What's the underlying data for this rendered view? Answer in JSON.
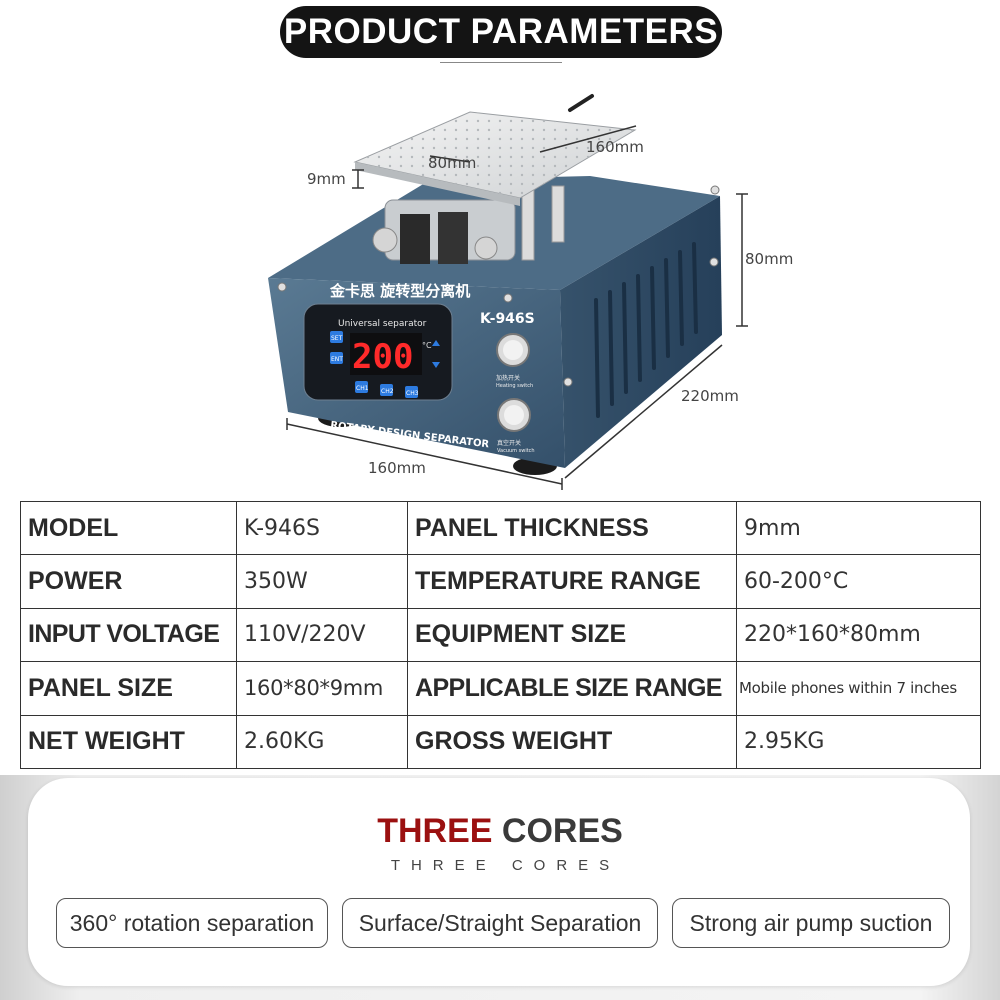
{
  "header": {
    "title": "PRODUCT PARAMETERS"
  },
  "image": {
    "dimensions": {
      "panel_length": "160mm",
      "panel_width": "80mm",
      "panel_thickness": "9mm",
      "height": "80mm",
      "depth": "220mm",
      "base_width": "160mm"
    },
    "device": {
      "brand_cn": "金卡思 旋转型分离机",
      "model": "K-946S",
      "panel_label": "Universal separator",
      "display": "200",
      "unit": "°C",
      "buttons": [
        "SET",
        "ENT",
        "CH1",
        "CH2",
        "CH3"
      ],
      "footer": "ROTARY DESIGN SEPARATOR",
      "switch1_cn": "加热开关",
      "switch1": "Heating switch",
      "switch2_cn": "真空开关",
      "switch2": "Vacuum switch"
    }
  },
  "specs": {
    "rows": [
      {
        "l1": "MODEL",
        "v1": "K-946S",
        "l2": "PANEL THICKNESS",
        "v2": "9mm"
      },
      {
        "l1": "POWER",
        "v1": "350W",
        "l2": "TEMPERATURE RANGE",
        "v2": "60-200°C"
      },
      {
        "l1": "INPUT VOLTAGE",
        "v1": "110V/220V",
        "l2": "EQUIPMENT SIZE",
        "v2": "220*160*80mm"
      },
      {
        "l1": "PANEL SIZE",
        "v1": "160*80*9mm",
        "l2": "APPLICABLE SIZE RANGE",
        "v2": "Mobile phones within 7 inches"
      },
      {
        "l1": "NET WEIGHT",
        "v1": "2.60KG",
        "l2": "GROSS WEIGHT",
        "v2": "2.95KG"
      }
    ]
  },
  "cores": {
    "title_accent": "THREE",
    "title_rest": " CORES",
    "subtitle": "THREE CORES",
    "features": [
      "360° rotation separation",
      "Surface/Straight Separation",
      "Strong air pump suction"
    ]
  },
  "colors": {
    "accent_red": "#9b1010",
    "pill_bg": "#141414",
    "device_blue": "#3f5f7a"
  }
}
